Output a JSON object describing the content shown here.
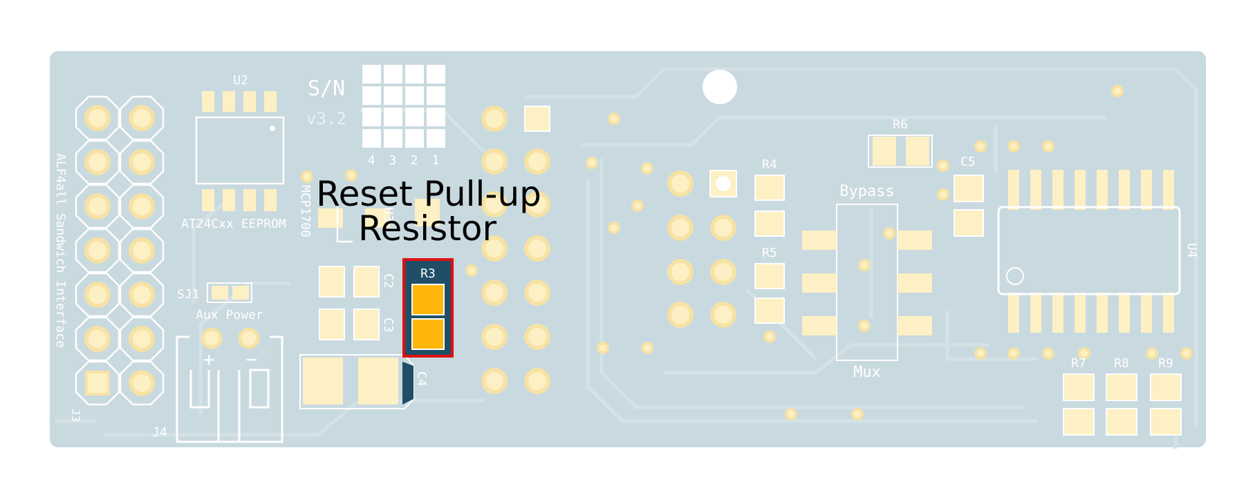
{
  "colors": {
    "board": "#c9d9e0",
    "trace": "#d4e2e8",
    "pad": "#fdf0c4",
    "pad_ring": "#f6e2a4",
    "silk": "#ffffff",
    "highlight_box": "#e01010",
    "highlight_bg": "#1f4e66",
    "highlight_pad": "#ffb60a",
    "callout_text": "#000000"
  },
  "callout": {
    "line1": "Reset Pull-up",
    "line2": "Resistor"
  },
  "labels": {
    "u2": "U2",
    "sn": "S/N",
    "version": "v3.2",
    "sn_digits": [
      "4",
      "3",
      "2",
      "1"
    ],
    "eeprom": "AT24Cxx EEPROM",
    "mcp": "MCP1700",
    "u3": "U3",
    "interface": "ALF4all Sandwich Interface",
    "sj1": "SJ1",
    "aux_power": "Aux Power",
    "plus": "+",
    "minus": "−",
    "j3": "J3",
    "j4": "J4",
    "c2": "C2",
    "c3": "C3",
    "c4": "C4",
    "r3": "R3",
    "r4": "R4",
    "r5": "R5",
    "r6": "R6",
    "c5": "C5",
    "bypass": "Bypass",
    "mux": "Mux",
    "u4": "U4",
    "r7": "R7",
    "r8": "R8",
    "r9": "R9"
  }
}
